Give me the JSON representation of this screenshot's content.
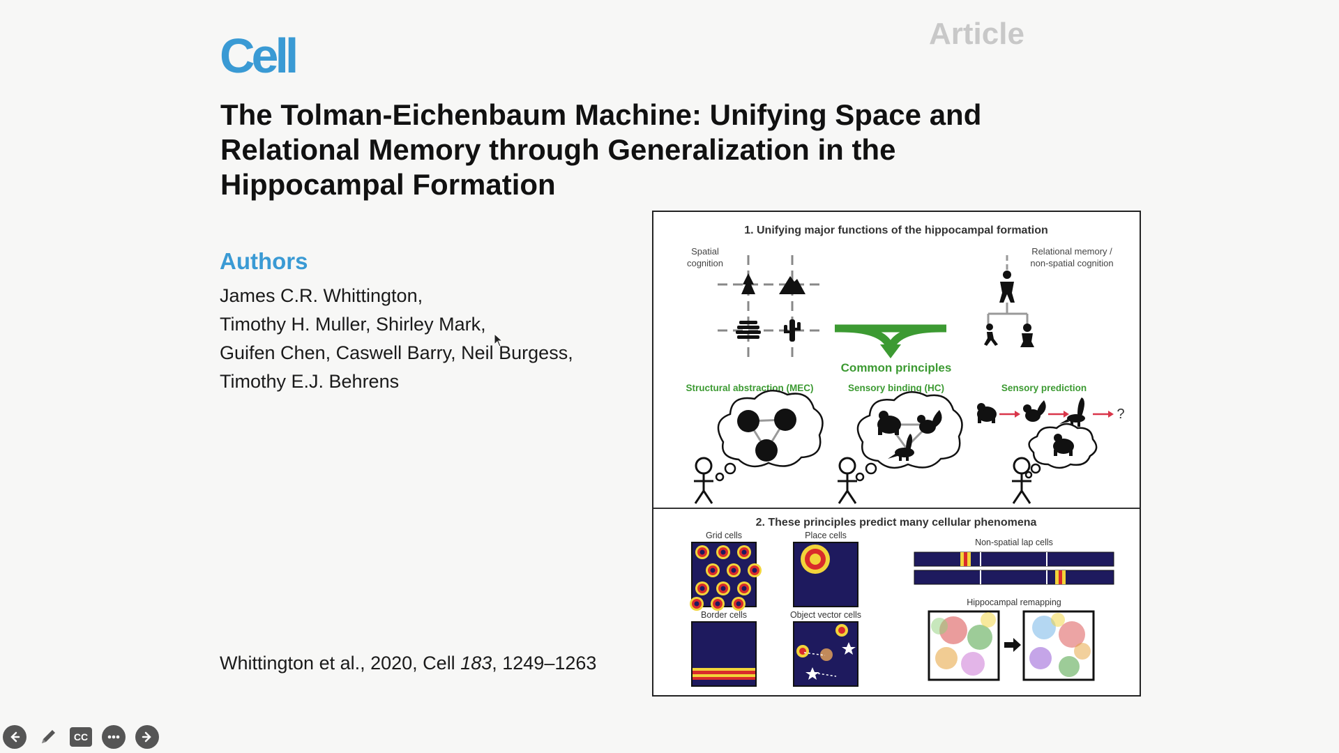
{
  "slide": {
    "journal": "Cell",
    "article_type": "Article",
    "title": "The Tolman-Eichenbaum Machine: Unifying Space and Relational Memory through Generalization in the Hippocampal Formation",
    "authors_heading": "Authors",
    "authors_lines": [
      "James C.R. Whittington,",
      "Timothy H. Muller, Shirley Mark,",
      "Guifen Chen, Caswell Barry, Neil Burgess,",
      "Timothy E.J. Behrens"
    ],
    "citation": {
      "prefix": "Whittington et al., 2020, Cell ",
      "volume": "183",
      "pages": ", 1249–1263"
    }
  },
  "figure": {
    "section1_title": "1. Unifying major functions of the hippocampal formation",
    "spatial_line1": "Spatial",
    "spatial_line2": "cognition",
    "relational_line1": "Relational memory /",
    "relational_line2": "non-spatial cognition",
    "common_principles": "Common principles",
    "structural_label": "Structural abstraction (MEC)",
    "binding_label": "Sensory binding (HC)",
    "prediction_label": "Sensory prediction",
    "question_mark": "?",
    "section2_title": "2. These principles predict many cellular phenomena",
    "grid_cells": "Grid cells",
    "place_cells": "Place cells",
    "border_cells": "Border cells",
    "object_vector_cells": "Object vector cells",
    "lap_cells": "Non-spatial lap cells",
    "remapping": "Hippocampal remapping",
    "colors": {
      "green": "#3c9a32",
      "navy": "#1e1a5e",
      "red": "#d92b2b",
      "yellow": "#f2d43a",
      "arrow_red": "#d9364a"
    }
  },
  "toolbar": {
    "icons": [
      "arrow-left-icon",
      "pen-icon",
      "cc-icon",
      "more-icon",
      "arrow-right-icon"
    ],
    "cc_label": "CC"
  }
}
